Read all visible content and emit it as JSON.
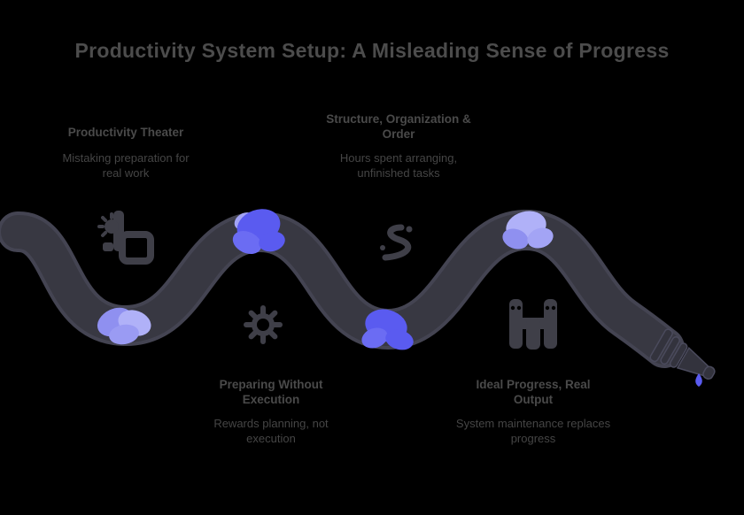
{
  "title": "Productivity System Setup: A Misleading Sense of Progress",
  "stations": [
    {
      "heading_line1": "Productivity Theater",
      "heading_line2": "",
      "desc_line1": "Mistaking preparation for",
      "desc_line2": "real work",
      "icon": "gear-panel-icon"
    },
    {
      "heading_line1": "Structure, Organization &",
      "heading_line2": "Order",
      "desc_line1": "Hours spent arranging,",
      "desc_line2": "unfinished tasks",
      "icon": "swirl-icon"
    },
    {
      "heading_line1": "Preparing Without",
      "heading_line2": "Execution",
      "desc_line1": "Rewards planning, not",
      "desc_line2": "execution",
      "icon": "gear-icon"
    },
    {
      "heading_line1": "Ideal Progress, Real",
      "heading_line2": "Output",
      "desc_line1": "System maintenance replaces",
      "desc_line2": "progress",
      "icon": "sliders-icon"
    }
  ],
  "figure": {
    "hose": "knotted garden hose flowing left to right, ending in a spray nozzle",
    "knot_count": 4,
    "output": "single small water drop below nozzle tip"
  },
  "colors": {
    "background": "#000000",
    "text": "#4a4a4a",
    "hose": "#383842",
    "hose_outline": "#444452",
    "knot_vivid": "#5a5bf0",
    "knot_mid": "#8f90f0",
    "knot_light": "#b0b1f8",
    "icon_gray": "#3f3f48",
    "droplet": "#5a5bf0"
  }
}
